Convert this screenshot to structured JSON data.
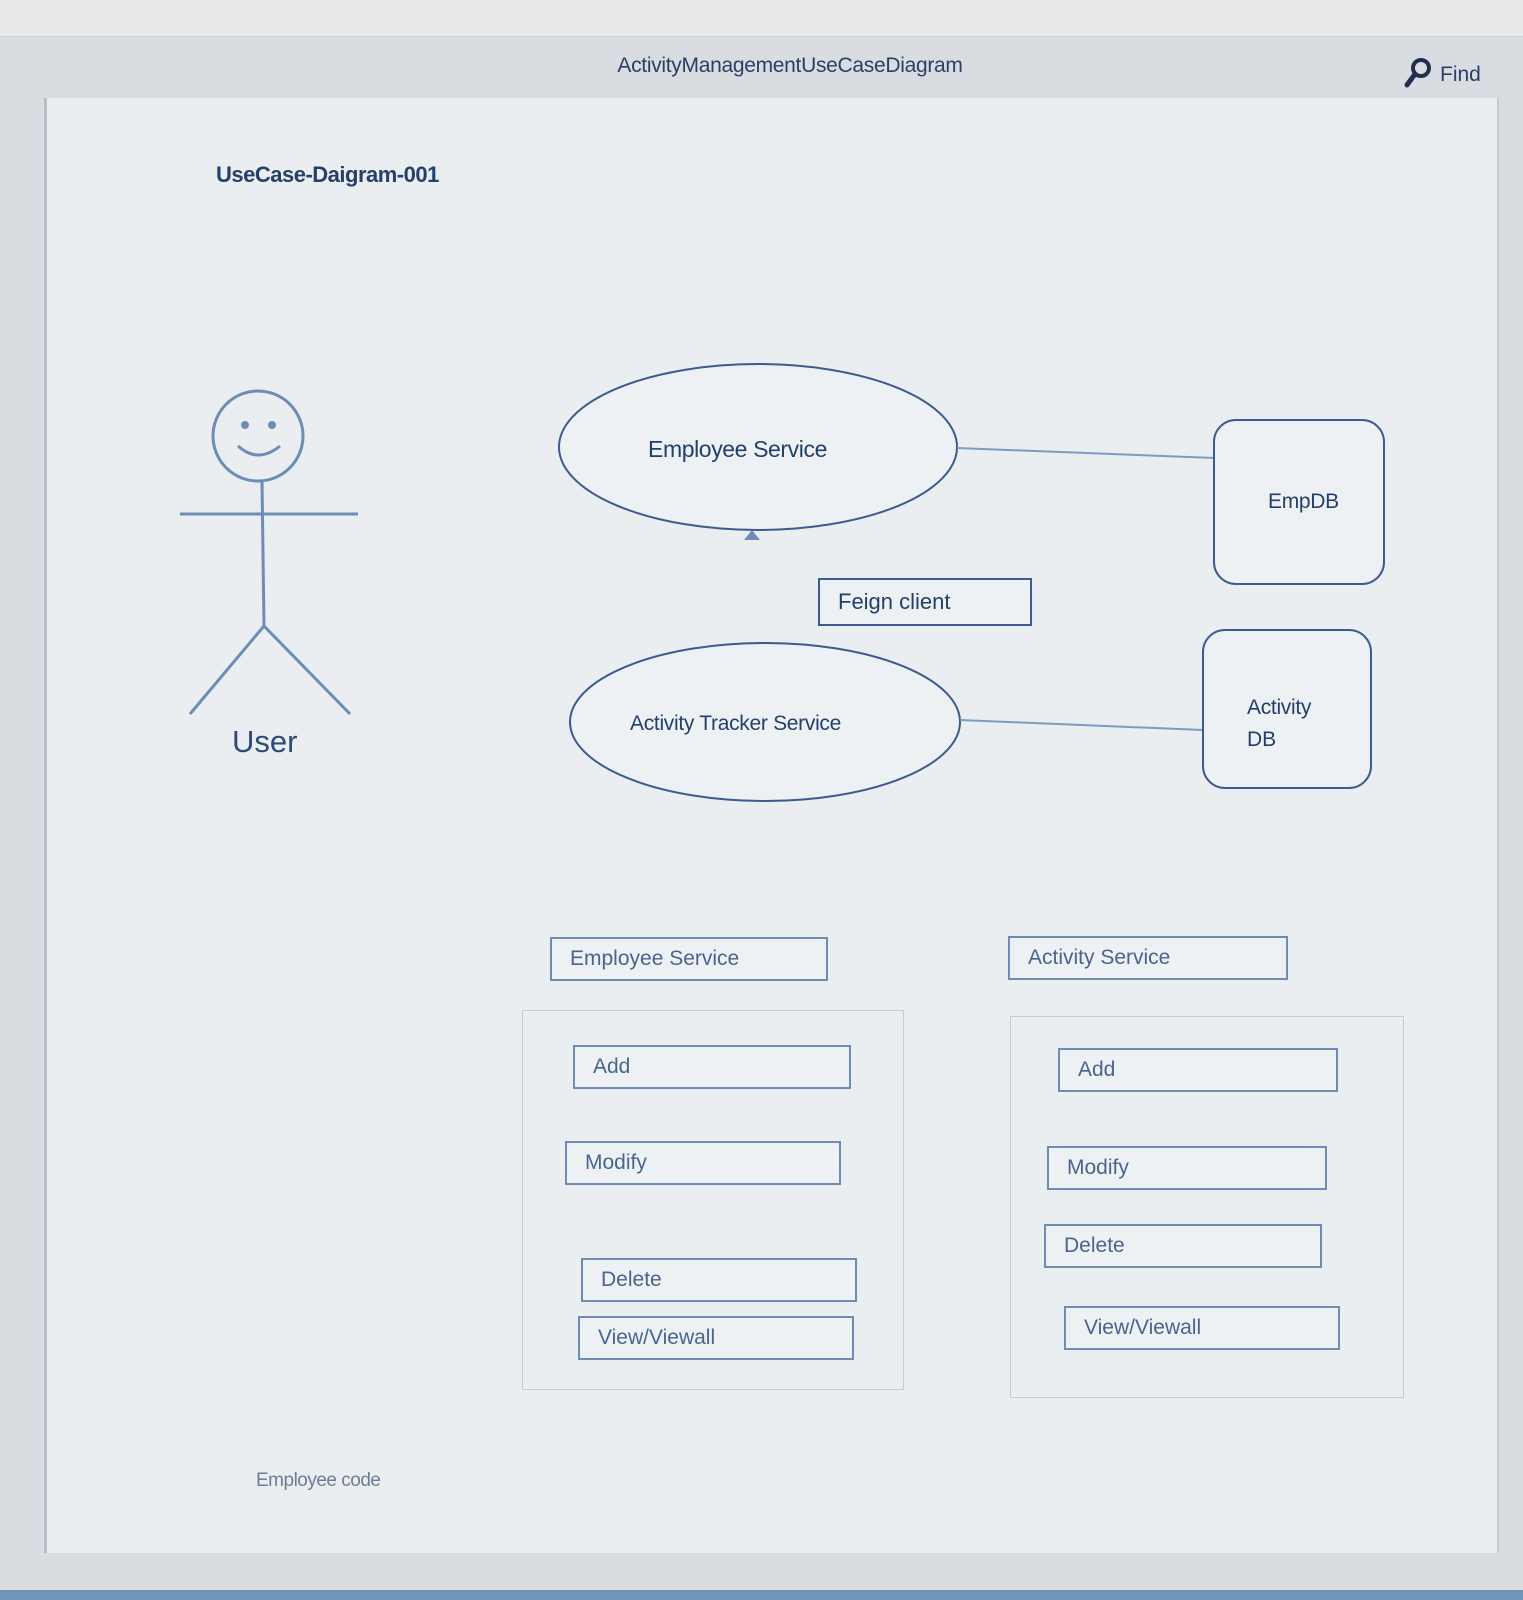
{
  "window": {
    "title": "ActivityManagementUseCaseDiagram",
    "find_label": "Find"
  },
  "diagram": {
    "id": "UseCase-Daigram-001",
    "actor": {
      "label": "User"
    },
    "use_cases": {
      "employee": "Employee Service",
      "activity": "Activity Tracker Service"
    },
    "connector": "Feign client",
    "databases": {
      "emp": "EmpDB",
      "activity_line1": "Activity",
      "activity_line2": "DB"
    },
    "employee_panel": {
      "title": "Employee Service",
      "operations": [
        "Add",
        "Modify",
        "Delete",
        "View/Viewall"
      ]
    },
    "activity_panel": {
      "title": "Activity Service",
      "operations": [
        "Add",
        "Modify",
        "Delete",
        "View/Viewall"
      ]
    },
    "footer_note": "Employee code"
  },
  "colors": {
    "line": "#6d8db7",
    "text": "#23406b"
  }
}
